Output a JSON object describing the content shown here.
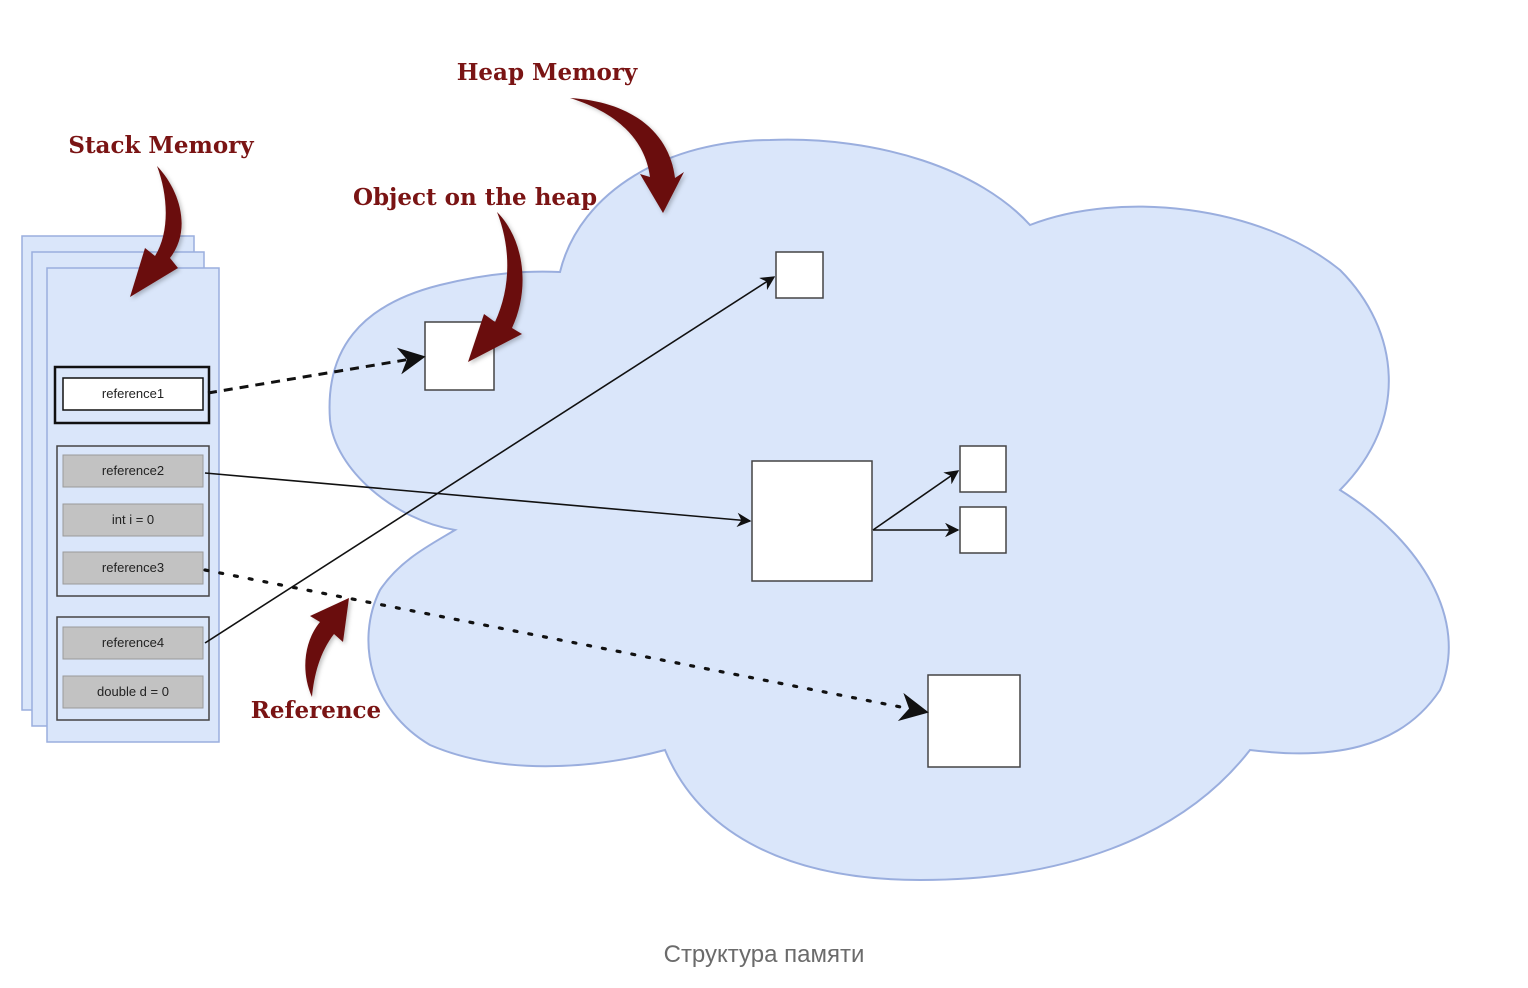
{
  "annotations": {
    "heap_memory": "Heap Memory",
    "stack_memory": "Stack Memory",
    "object_on_heap": "Object on the heap",
    "reference": "Reference"
  },
  "stack_slots": {
    "reference1": "reference1",
    "reference2": "reference2",
    "int_i": "int i = 0",
    "reference3": "reference3",
    "reference4": "reference4",
    "double_d": "double d = 0"
  },
  "caption": "Структура памяти",
  "colors": {
    "heap_fill": "#dae6fa",
    "heap_stroke": "#9aaede",
    "stack_fill": "#dae6fa",
    "slot_fill": "#c2c2c2",
    "annotation": "#7a1414"
  }
}
